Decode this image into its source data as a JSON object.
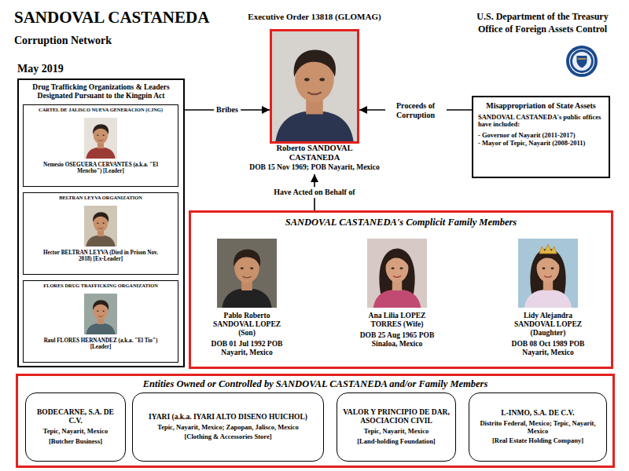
{
  "diagram": {
    "title": "SANDOVAL CASTANEDA",
    "nodes": [
      {
        "text": [
          "Drug Trafficking Organizations & Leaders Designated Pursuant to the Kingpin Act"
        ]
      },
      {
        "text": [
          "CARTEL DE JALISCO NUEVA GENERACION (CJNG)",
          "Nemesio OSEGUERA CERVANTES (a.k.a. \"El Mencho\") [Leader]"
        ],
        "in": 0
      },
      {
        "text": [
          "BELTRAN LEYVA ORGANIZATION",
          "Hector BELTRAN LEYVA (Died in Prison Nov. 2018) [Ex-Leader]"
        ],
        "in": 0
      },
      {
        "text": [
          "FLORES DRUG TRAFFICKING ORGANIZATION",
          "Raul FLORES HERNANDEZ (a.k.a. \"El Tio\") [Leader]"
        ],
        "in": 0
      },
      {
        "text": [
          "Roberto SANDOVAL CASTANEDA",
          "DOB 15 Nov 1969; POB Nayarit, Mexico"
        ]
      },
      {
        "text": [
          "Misappropriation of State Assets",
          "SANDOVAL CASTANEDA's public offices have included:",
          "- Governor of Nayarit (2011-2017)",
          "- Mayor of Tepic, Nayarit (2008-2011)"
        ]
      },
      {
        "text": [
          "SANDOVAL CASTANEDA's Complicit Family Members"
        ]
      },
      {
        "text": [
          "Pablo Roberto SANDOVAL LOPEZ (Son)",
          "DOB 01 Jul 1992 POB Nayarit, Mexico"
        ],
        "in": 6
      },
      {
        "text": [
          "Ana Lilia LOPEZ TORRES (Wife)",
          "DOB 25 Aug 1965 POB Sinaloa, Mexico"
        ],
        "in": 6
      },
      {
        "text": [
          "Lidy Alejandra SANDOVAL LOPEZ (Daughter)",
          "DOB 08 Oct 1989 POB Nayarit, Mexico"
        ],
        "in": 6
      },
      {
        "text": [
          "Entities Owned or Controlled by SANDOVAL CASTANEDA and/or Family Members"
        ]
      },
      {
        "text": [
          "BODECARNE, S.A. DE C.V.",
          "Tepic, Nayarit, Mexico",
          "[Butcher Business]"
        ],
        "in": 10
      },
      {
        "text": [
          "IYARI (a.k.a. IYARI ALTO DISENO HUICHOL)",
          "Tepic, Nayarit, Mexico; Zapopan, Jalisco, Mexico",
          "[Clothing & Accessories Store]"
        ],
        "in": 10
      },
      {
        "text": [
          "VALOR Y PRINCIPIO DE DAR, ASOCIACION CIVIL",
          "Tepic, Nayarit, Mexico",
          "[Land-holding Foundation]"
        ],
        "in": 10
      },
      {
        "text": [
          "L-INMO, S.A. DE C.V.",
          "Distrito Federal, Mexico; Tepic, Nayarit, Mexico",
          "[Real Estate Holding Company]"
        ],
        "in": 10
      }
    ],
    "edges": [
      {
        "from": 0,
        "to": 4,
        "label": "Bribes",
        "arrow": "to"
      },
      {
        "from": 5,
        "to": 4,
        "label": "Proceeds of Corruption",
        "arrow": "to"
      },
      {
        "from": 6,
        "to": 4,
        "label": "Have Acted on Behalf of",
        "arrow": "to"
      }
    ],
    "labels": [
      "Corruption Network",
      "May 2019",
      "Executive Order 13818 (GLOMAG)",
      "U.S. Department of the Treasury",
      "Office of Foreign Assets Control"
    ]
  }
}
